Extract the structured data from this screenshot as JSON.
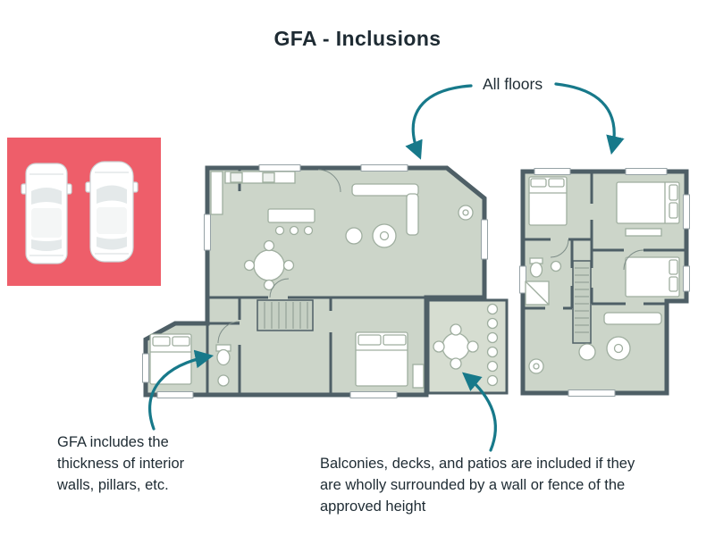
{
  "title": "GFA - Inclusions",
  "annotations": {
    "all_floors": "All floors",
    "interior_walls_note": "GFA includes the thickness of interior walls, pillars, etc.",
    "balconies_note": "Balconies, decks, and patios are included if they are wholly surrounded by a wall or fence of the approved height"
  },
  "icons": {
    "car_left": "car-top-view-icon",
    "car_right": "car-top-view-icon"
  },
  "colors": {
    "arrow": "#17798a",
    "garage_fill": "#ee5e6a",
    "room_fill": "#ccd5c9",
    "patio_fill": "#d6ddd1",
    "wall": "#4e5f66",
    "text": "#1e2b33",
    "background": "#ffffff"
  }
}
